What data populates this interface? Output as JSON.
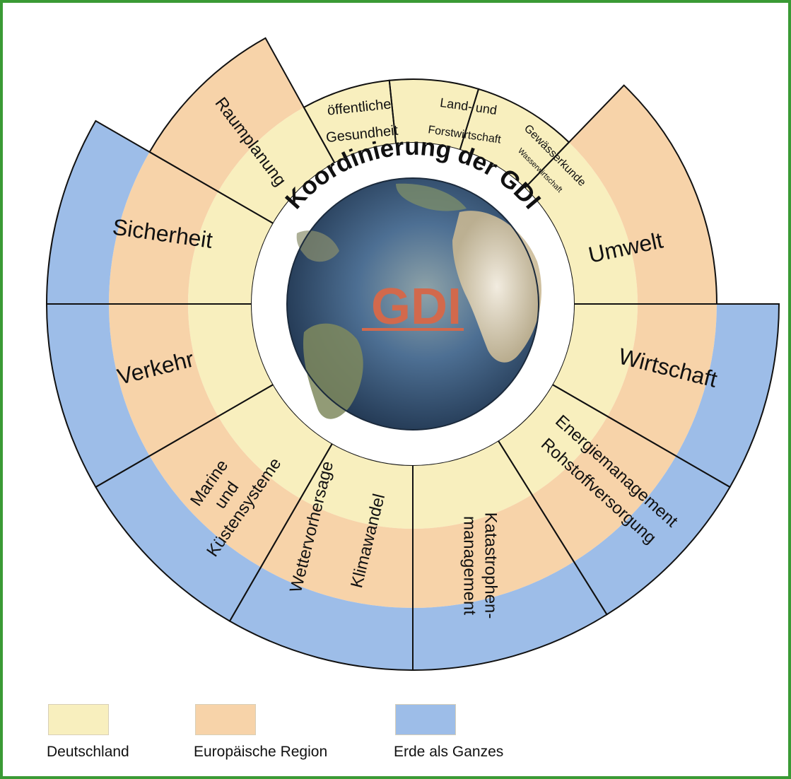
{
  "colors": {
    "frame": "#3a9a35",
    "deutschland": "#f8efbe",
    "europa": "#f7d3a9",
    "erde": "#9dbde8",
    "title_text": "#111111",
    "gdi_text": "#d2694c",
    "hub_ring": "#ffffff",
    "divider": "#111111"
  },
  "ring_title": "Koordinierung der GDI",
  "globe_label": "GDI",
  "sectors": [
    {
      "id": "sicherheit",
      "lines": [
        "Sicherheit"
      ],
      "levels": 3
    },
    {
      "id": "raumplanung",
      "lines": [
        "Raumplanung"
      ],
      "levels": 2
    },
    {
      "id": "oeffentliche-gesundheit",
      "lines": [
        "öffentliche",
        "Gesundheit"
      ],
      "levels": 1
    },
    {
      "id": "land-forstwirtschaft",
      "lines": [
        "Land- und",
        "Forstwirtschaft"
      ],
      "levels": 1
    },
    {
      "id": "gewaesserkunde",
      "lines": [
        "Gewässerkunde",
        "Wasserwirtschaft"
      ],
      "levels": 1
    },
    {
      "id": "umwelt",
      "lines": [
        "Umwelt"
      ],
      "levels": 2
    },
    {
      "id": "wirtschaft",
      "lines": [
        "Wirtschaft"
      ],
      "levels": 3
    },
    {
      "id": "energie-rohstoff",
      "lines": [
        "Energiemanagement",
        "Rohstoffversorgung"
      ],
      "levels": 3
    },
    {
      "id": "katastrophenmanagement",
      "lines": [
        "Katastrophen-",
        "management"
      ],
      "levels": 3
    },
    {
      "id": "wetter-klima",
      "lines": [
        "Wettervorhersage",
        "Klimawandel"
      ],
      "levels": 3
    },
    {
      "id": "marine-kuesten",
      "lines": [
        "Marine",
        "und",
        "Küstensysteme"
      ],
      "levels": 3
    },
    {
      "id": "verkehr",
      "lines": [
        "Verkehr"
      ],
      "levels": 3
    }
  ],
  "legend": [
    {
      "label": "Deutschland",
      "color_key": "deutschland"
    },
    {
      "label": "Europäische Region",
      "color_key": "europa"
    },
    {
      "label": "Erde als Ganzes",
      "color_key": "erde"
    }
  ]
}
